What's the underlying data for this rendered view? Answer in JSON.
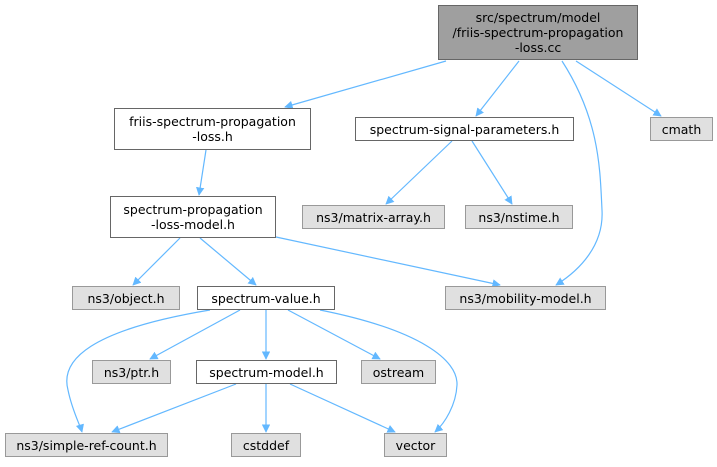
{
  "diagram": {
    "nodes": [
      {
        "id": "root",
        "label": "src/spectrum/model\n/friis-spectrum-propagation\n-loss.cc",
        "style": "root"
      },
      {
        "id": "friis_h",
        "label": "friis-spectrum-propagation\n-loss.h",
        "style": "white"
      },
      {
        "id": "sig_params",
        "label": "spectrum-signal-parameters.h",
        "style": "white"
      },
      {
        "id": "cmath",
        "label": "cmath",
        "style": "gray"
      },
      {
        "id": "prop_loss_model",
        "label": "spectrum-propagation\n-loss-model.h",
        "style": "white"
      },
      {
        "id": "matrix_array",
        "label": "ns3/matrix-array.h",
        "style": "gray"
      },
      {
        "id": "nstime",
        "label": "ns3/nstime.h",
        "style": "gray"
      },
      {
        "id": "object",
        "label": "ns3/object.h",
        "style": "gray"
      },
      {
        "id": "spectrum_value",
        "label": "spectrum-value.h",
        "style": "white"
      },
      {
        "id": "mobility",
        "label": "ns3/mobility-model.h",
        "style": "gray"
      },
      {
        "id": "ptr",
        "label": "ns3/ptr.h",
        "style": "gray"
      },
      {
        "id": "spectrum_model",
        "label": "spectrum-model.h",
        "style": "white"
      },
      {
        "id": "ostream",
        "label": "ostream",
        "style": "gray"
      },
      {
        "id": "simple_ref",
        "label": "ns3/simple-ref-count.h",
        "style": "gray"
      },
      {
        "id": "cstddef",
        "label": "cstddef",
        "style": "gray"
      },
      {
        "id": "vector",
        "label": "vector",
        "style": "gray"
      }
    ],
    "edges": [
      {
        "from": "root",
        "to": "friis_h"
      },
      {
        "from": "root",
        "to": "sig_params"
      },
      {
        "from": "root",
        "to": "cmath"
      },
      {
        "from": "root",
        "to": "mobility"
      },
      {
        "from": "friis_h",
        "to": "prop_loss_model"
      },
      {
        "from": "sig_params",
        "to": "matrix_array"
      },
      {
        "from": "sig_params",
        "to": "nstime"
      },
      {
        "from": "prop_loss_model",
        "to": "object"
      },
      {
        "from": "prop_loss_model",
        "to": "spectrum_value"
      },
      {
        "from": "prop_loss_model",
        "to": "mobility"
      },
      {
        "from": "spectrum_value",
        "to": "ptr"
      },
      {
        "from": "spectrum_value",
        "to": "spectrum_model"
      },
      {
        "from": "spectrum_value",
        "to": "ostream"
      },
      {
        "from": "spectrum_value",
        "to": "simple_ref"
      },
      {
        "from": "spectrum_value",
        "to": "vector"
      },
      {
        "from": "spectrum_model",
        "to": "simple_ref"
      },
      {
        "from": "spectrum_model",
        "to": "cstddef"
      },
      {
        "from": "spectrum_model",
        "to": "vector"
      }
    ],
    "edge_color": "#63b8ff"
  }
}
